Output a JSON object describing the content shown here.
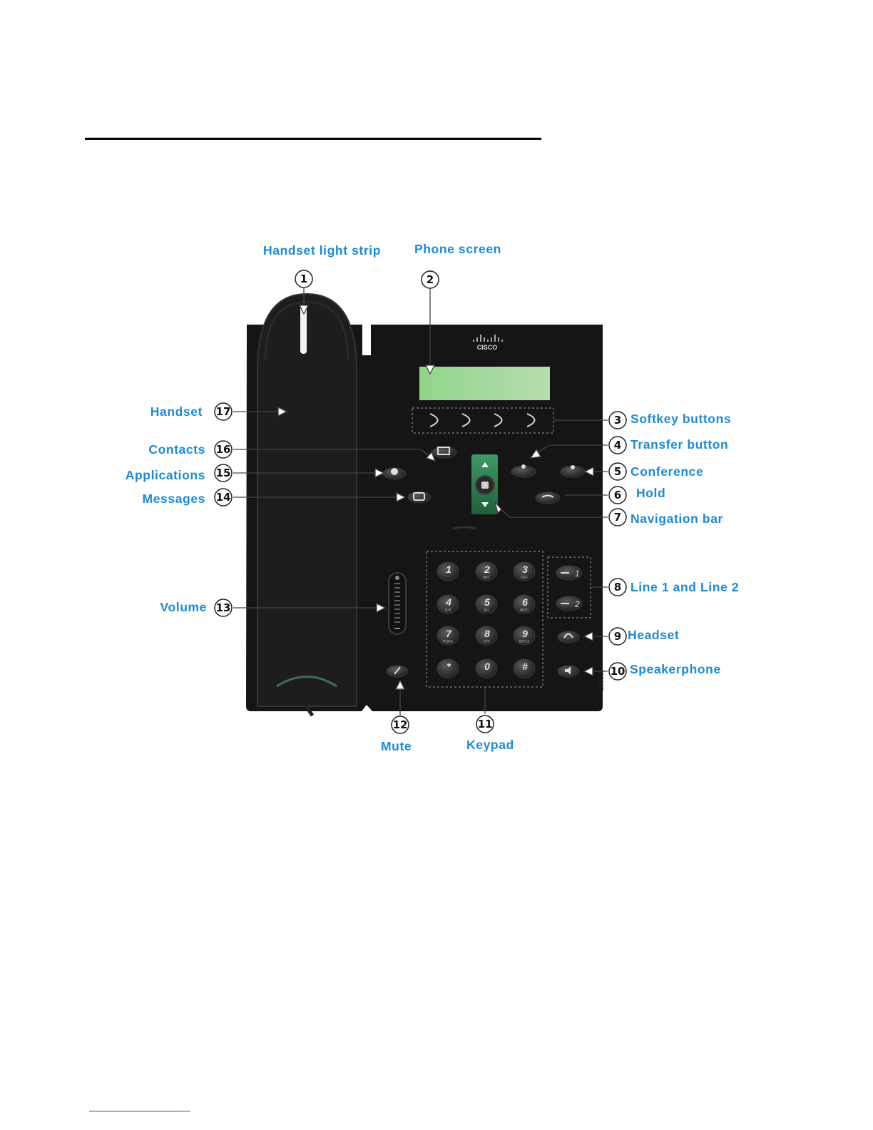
{
  "figure_id": "193535",
  "brand_logo": "cisco",
  "colors": {
    "label": "#1a8ad8",
    "phone_body": "#141414",
    "screen": "#9fd89a",
    "nav": "#2d7a4e"
  },
  "callouts": [
    {
      "n": "1",
      "label": "Handset light strip"
    },
    {
      "n": "2",
      "label": "Phone screen"
    },
    {
      "n": "3",
      "label": "Softkey buttons"
    },
    {
      "n": "4",
      "label": "Transfer button"
    },
    {
      "n": "5",
      "label": "Conference"
    },
    {
      "n": "6",
      "label": "Hold"
    },
    {
      "n": "7",
      "label": "Navigation bar"
    },
    {
      "n": "8",
      "label": "Line 1 and Line 2"
    },
    {
      "n": "9",
      "label": "Headset"
    },
    {
      "n": "10",
      "label": "Speakerphone"
    },
    {
      "n": "11",
      "label": "Keypad"
    },
    {
      "n": "12",
      "label": "Mute"
    },
    {
      "n": "13",
      "label": "Volume"
    },
    {
      "n": "14",
      "label": "Messages"
    },
    {
      "n": "15",
      "label": "Applications"
    },
    {
      "n": "16",
      "label": "Contacts"
    },
    {
      "n": "17",
      "label": "Handset"
    }
  ],
  "keypad": [
    {
      "digit": "1",
      "letters": ""
    },
    {
      "digit": "2",
      "letters": "ABC"
    },
    {
      "digit": "3",
      "letters": "DEF"
    },
    {
      "digit": "4",
      "letters": "GHI"
    },
    {
      "digit": "5",
      "letters": "JKL"
    },
    {
      "digit": "6",
      "letters": "MNO"
    },
    {
      "digit": "7",
      "letters": "PQRS"
    },
    {
      "digit": "8",
      "letters": "TUV"
    },
    {
      "digit": "9",
      "letters": "WXYZ"
    },
    {
      "digit": "*",
      "letters": ""
    },
    {
      "digit": "0",
      "letters": ""
    },
    {
      "digit": "#",
      "letters": ""
    }
  ],
  "line_keys": [
    "1",
    "2"
  ]
}
